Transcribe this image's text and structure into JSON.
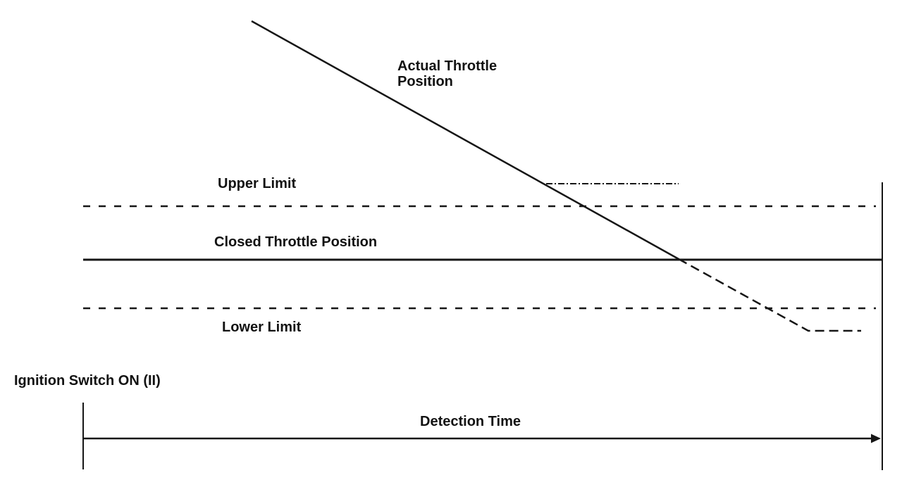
{
  "diagram": {
    "background": "#ffffff",
    "line_color": "#161616",
    "labels": {
      "actual_throttle": "Actual Throttle\nPosition",
      "upper_limit": "Upper Limit",
      "closed_throttle": "Closed Throttle Position",
      "lower_limit": "Lower Limit",
      "ignition_switch": "Ignition Switch ON (II)",
      "detection_time": "Detection Time"
    },
    "lines": [
      {
        "name": "actual-throttle-trace",
        "style": "solid falling, dashed after crossing closed throttle position, levels off below lower limit"
      },
      {
        "name": "held-value-segment",
        "style": "dash-dot horizontal at upper-limit crossing"
      },
      {
        "name": "upper-limit-line",
        "style": "dashed horizontal"
      },
      {
        "name": "closed-throttle-line",
        "style": "solid horizontal"
      },
      {
        "name": "lower-limit-line",
        "style": "dashed horizontal"
      },
      {
        "name": "detection-time-axis",
        "style": "solid horizontal with right arrowhead between start and end boundary ticks"
      }
    ]
  }
}
